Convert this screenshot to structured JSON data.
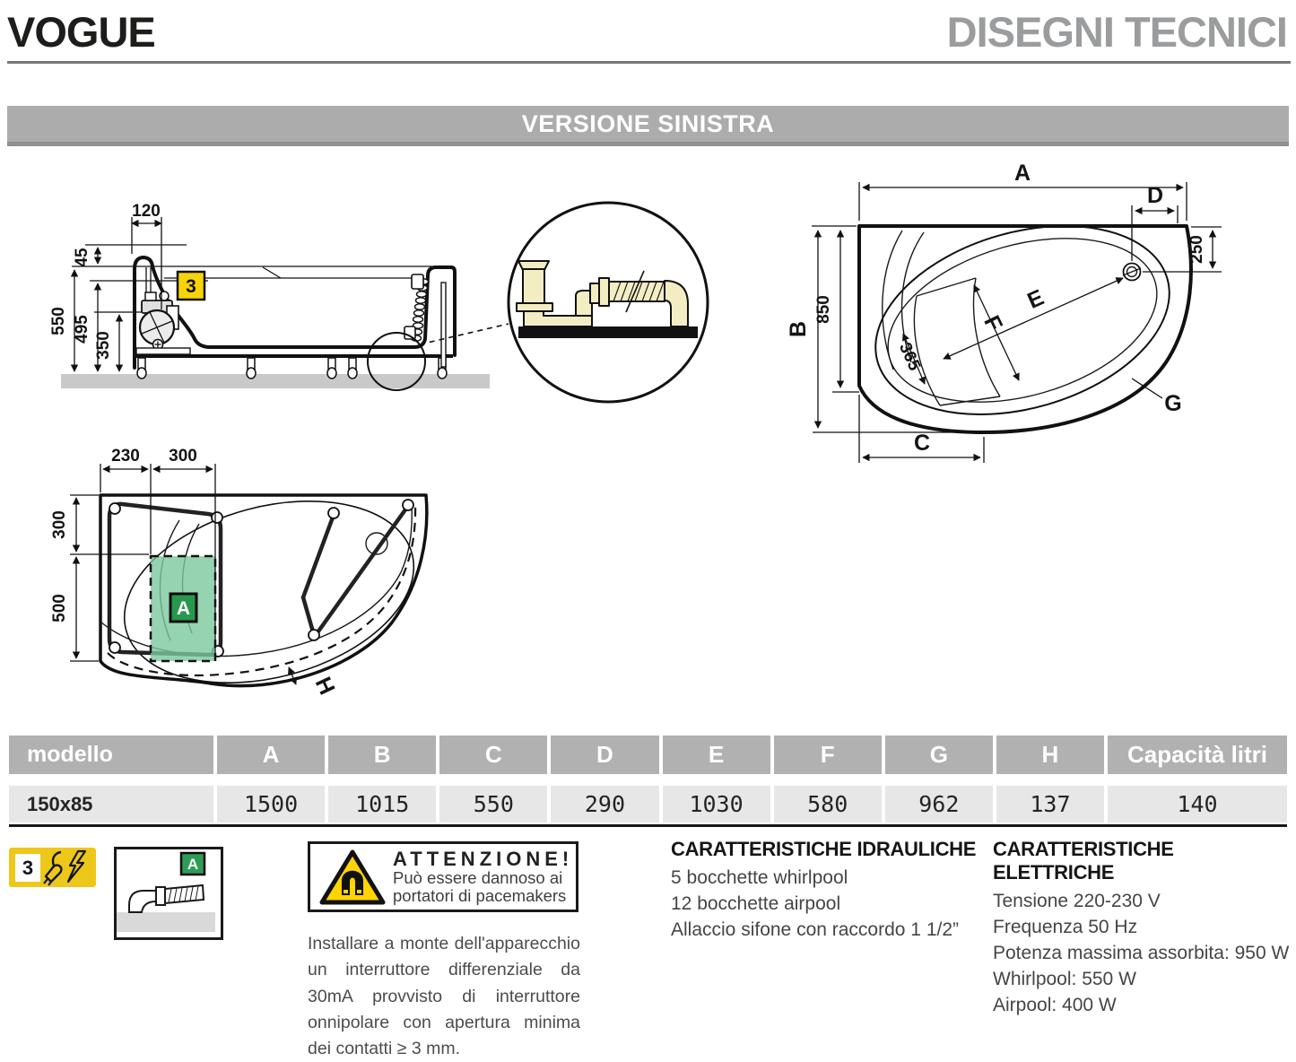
{
  "header": {
    "brand": "VOGUE",
    "title": "DISEGNI TECNICI"
  },
  "banner": {
    "label": "VERSIONE SINISTRA"
  },
  "drawings": {
    "side": {
      "d120": "120",
      "d45": "45",
      "d550": "550",
      "d495": "495",
      "d350": "350",
      "badge": "3"
    },
    "top": {
      "a": "A",
      "d": "D",
      "d250": "250",
      "b": "B",
      "d850": "850",
      "d365": "365",
      "e": "E",
      "f": "F",
      "c": "C",
      "g": "G"
    },
    "bottom": {
      "d230": "230",
      "d300_top": "300",
      "d300_left": "300",
      "d500": "500",
      "h": "H",
      "badge": "A"
    }
  },
  "table": {
    "headers": [
      "modello",
      "A",
      "B",
      "C",
      "D",
      "E",
      "F",
      "G",
      "H",
      "Capacità litri"
    ],
    "rows": [
      [
        "150x85",
        "1500",
        "1015",
        "550",
        "290",
        "1030",
        "580",
        "962",
        "137",
        "140"
      ]
    ]
  },
  "footer": {
    "electrical_badge": {
      "number": "3"
    },
    "pipe_box_badge": "A",
    "warning": {
      "title": "ATTENZIONE!",
      "line1": "Può essere dannoso ai",
      "line2": "portatori di pacemakers"
    },
    "install_note": "Installare a monte dell'apparecchio un interruttore differenziale da 30mA provvisto di interruttore onnipolare con apertura minima dei contatti ≥ 3 mm.",
    "hydraulic": {
      "title": "CARATTERISTICHE IDRAULICHE",
      "items": [
        "5 bocchette whirlpool",
        "12 bocchette airpool",
        "Allaccio sifone con raccordo 1 1/2”"
      ]
    },
    "electric": {
      "title": "CARATTERISTICHE ELETTRICHE",
      "items": [
        "Tensione 220-230 V",
        "Frequenza 50 Hz",
        "Potenza massima assorbita: 950 W",
        "Whirlpool: 550 W",
        "Airpool: 400 W"
      ]
    }
  },
  "colors": {
    "badge_yellow": "#eec71b",
    "warning_yellow": "#ffd400",
    "safe_area_green": "#7cc89e",
    "badge_green": "#27984d",
    "banner_gray": "#acacac"
  }
}
